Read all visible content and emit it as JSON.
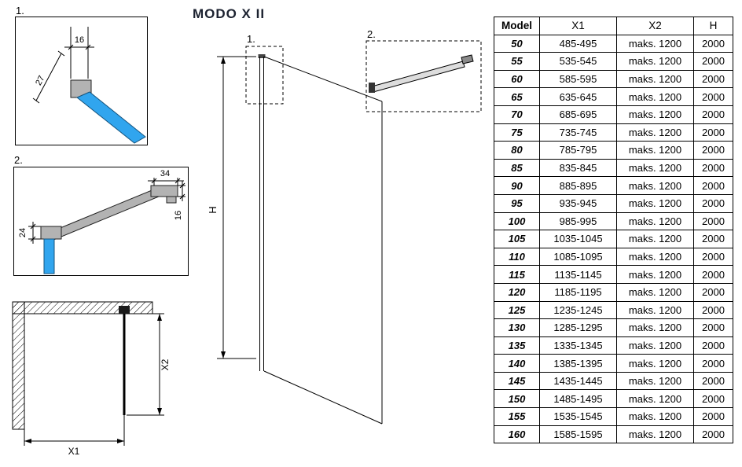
{
  "title": "MODO X II",
  "drawings": {
    "detail1": {
      "label": "1.",
      "dim_width": "16",
      "dim_depth": "27"
    },
    "detail2": {
      "label": "2.",
      "dim_length": "34",
      "dim_end": "16",
      "dim_clamp": "24"
    },
    "plan": {
      "dim_x1": "X1",
      "dim_x2": "X2"
    },
    "elevation": {
      "marker1": "1.",
      "marker2": "2.",
      "dim_height": "H"
    }
  },
  "table": {
    "headers": [
      "Model",
      "X1",
      "X2",
      "H"
    ],
    "rows": [
      [
        "50",
        "485-495",
        "maks. 1200",
        "2000"
      ],
      [
        "55",
        "535-545",
        "maks. 1200",
        "2000"
      ],
      [
        "60",
        "585-595",
        "maks. 1200",
        "2000"
      ],
      [
        "65",
        "635-645",
        "maks. 1200",
        "2000"
      ],
      [
        "70",
        "685-695",
        "maks. 1200",
        "2000"
      ],
      [
        "75",
        "735-745",
        "maks. 1200",
        "2000"
      ],
      [
        "80",
        "785-795",
        "maks. 1200",
        "2000"
      ],
      [
        "85",
        "835-845",
        "maks. 1200",
        "2000"
      ],
      [
        "90",
        "885-895",
        "maks. 1200",
        "2000"
      ],
      [
        "95",
        "935-945",
        "maks. 1200",
        "2000"
      ],
      [
        "100",
        "985-995",
        "maks. 1200",
        "2000"
      ],
      [
        "105",
        "1035-1045",
        "maks. 1200",
        "2000"
      ],
      [
        "110",
        "1085-1095",
        "maks. 1200",
        "2000"
      ],
      [
        "115",
        "1135-1145",
        "maks. 1200",
        "2000"
      ],
      [
        "120",
        "1185-1195",
        "maks. 1200",
        "2000"
      ],
      [
        "125",
        "1235-1245",
        "maks. 1200",
        "2000"
      ],
      [
        "130",
        "1285-1295",
        "maks. 1200",
        "2000"
      ],
      [
        "135",
        "1335-1345",
        "maks. 1200",
        "2000"
      ],
      [
        "140",
        "1385-1395",
        "maks. 1200",
        "2000"
      ],
      [
        "145",
        "1435-1445",
        "maks. 1200",
        "2000"
      ],
      [
        "150",
        "1485-1495",
        "maks. 1200",
        "2000"
      ],
      [
        "155",
        "1535-1545",
        "maks. 1200",
        "2000"
      ],
      [
        "160",
        "1585-1595",
        "maks. 1200",
        "2000"
      ]
    ]
  },
  "colors": {
    "glass": "#31a5ee",
    "glass_edge": "#15537d",
    "metal": "#b3b3b3",
    "line": "#000000"
  }
}
